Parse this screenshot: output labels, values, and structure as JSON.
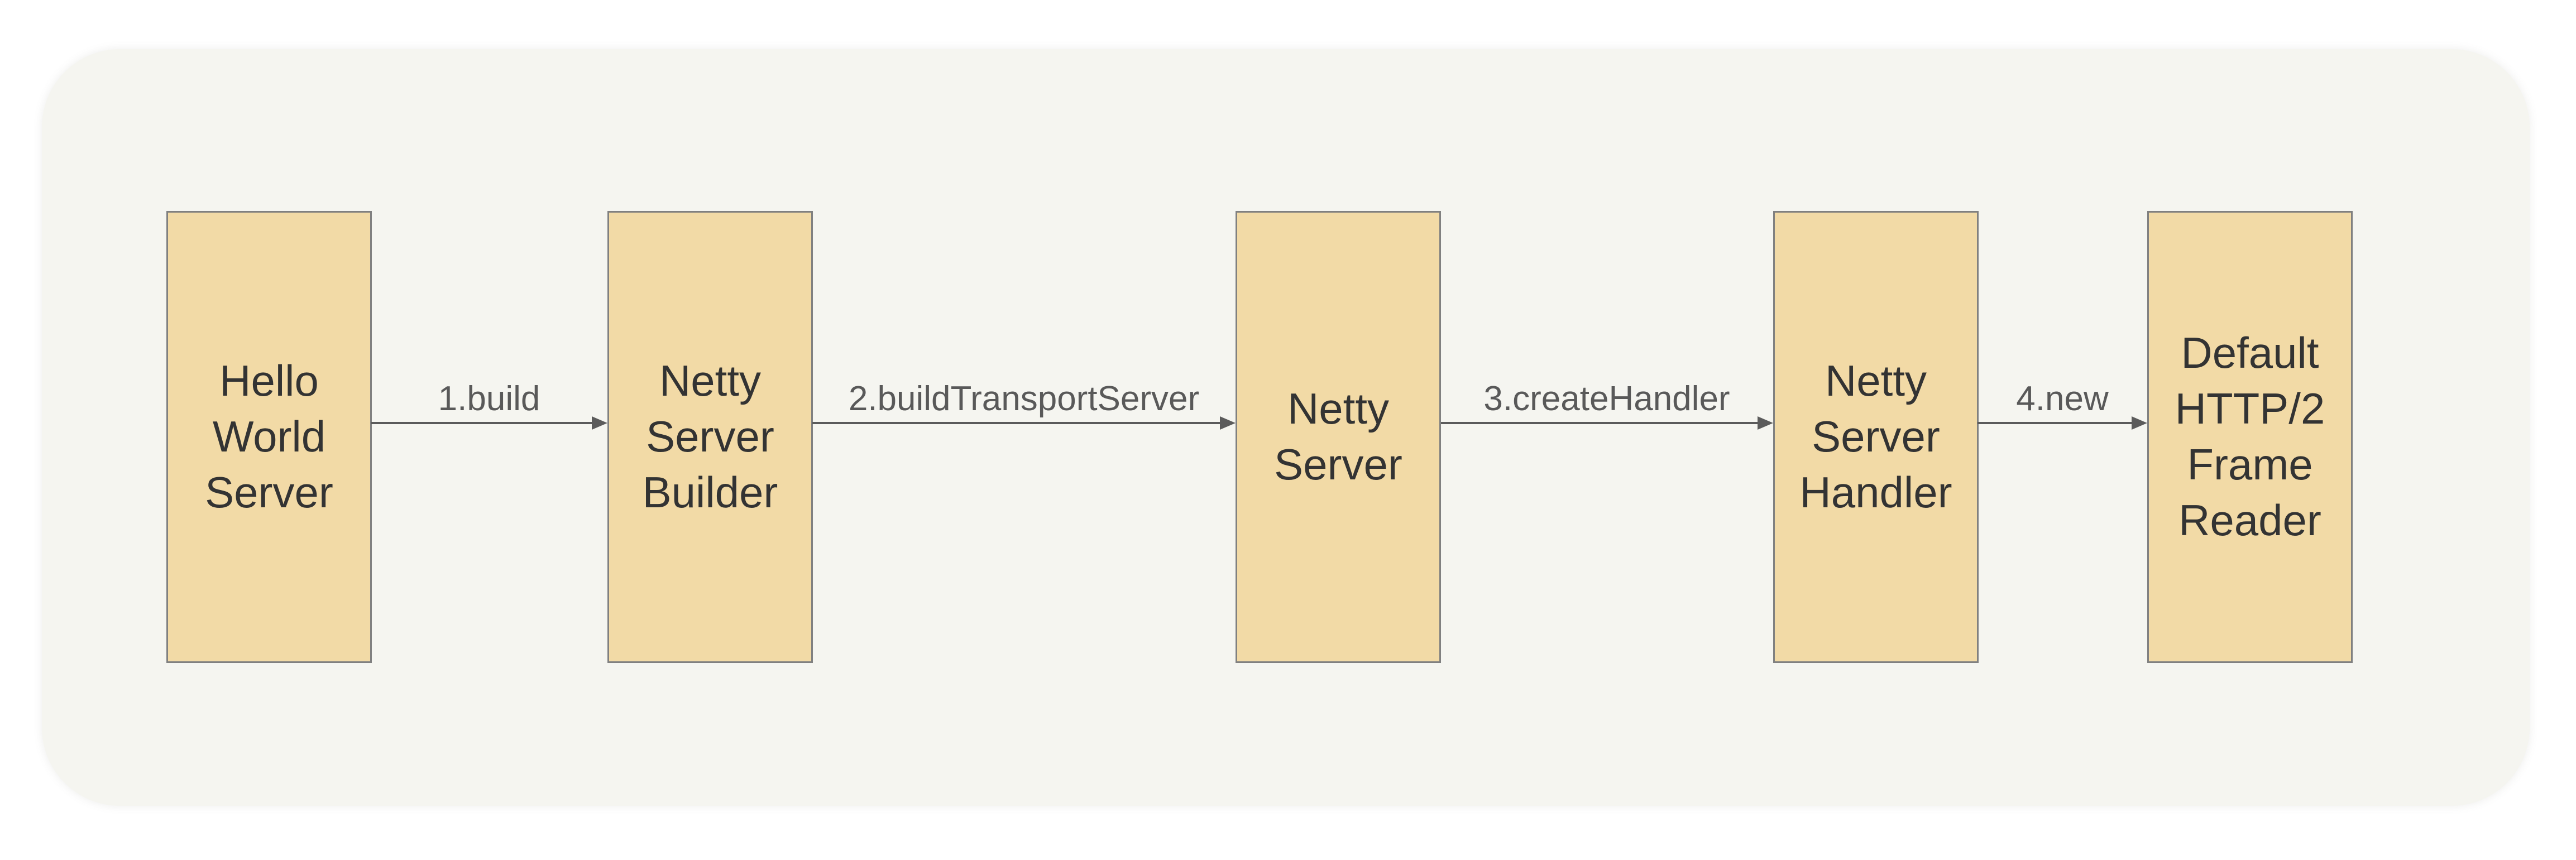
{
  "diagram": {
    "nodes": [
      {
        "label": "Hello World Server"
      },
      {
        "label": "Netty Server Builder"
      },
      {
        "label": "Netty Server"
      },
      {
        "label": "Netty Server Handler"
      },
      {
        "label": "Default HTTP/2 Frame Reader"
      }
    ],
    "edges": [
      {
        "label": "1.build",
        "from": "Hello World Server",
        "to": "Netty Server Builder"
      },
      {
        "label": "2.buildTransportServer",
        "from": "Netty Server Builder",
        "to": "Netty Server"
      },
      {
        "label": "3.createHandler",
        "from": "Netty Server",
        "to": "Netty Server Handler"
      },
      {
        "label": "4.new",
        "from": "Netty Server Handler",
        "to": "Default HTTP/2 Frame Reader"
      }
    ],
    "colors": {
      "page_bg": "#ffffff",
      "panel_bg": "#f5f5f0",
      "node_fill": "#f2daa6",
      "node_border": "#808080",
      "node_text": "#333333",
      "edge": "#5b5b5b",
      "edge_label": "#595959"
    }
  }
}
